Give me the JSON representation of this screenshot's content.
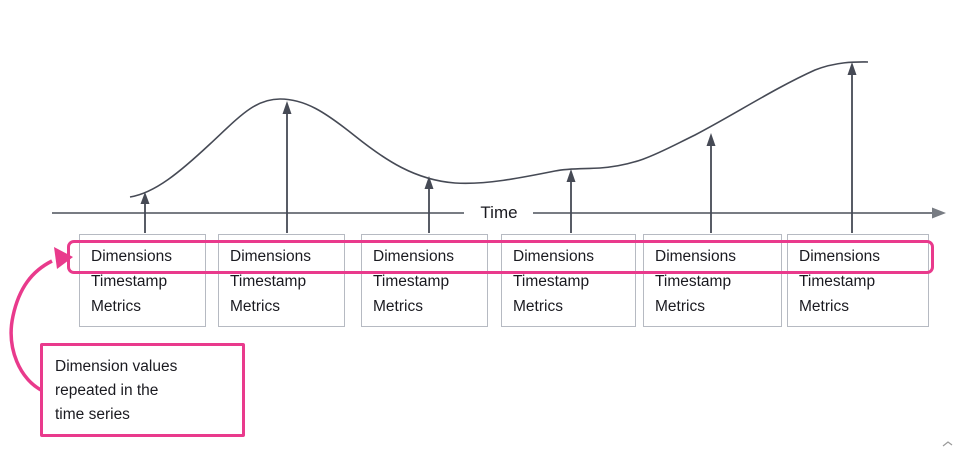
{
  "palette": {
    "pink": "#e93a8c",
    "stroke": "#464a55",
    "axis": "#787c83",
    "box-border": "#b6bac2",
    "text": "#1a1a20"
  },
  "axis": {
    "label": "Time"
  },
  "cards": [
    {
      "dimensions": "Dimensions",
      "timestamp": "Timestamp",
      "metrics": "Metrics"
    },
    {
      "dimensions": "Dimensions",
      "timestamp": "Timestamp",
      "metrics": "Metrics"
    },
    {
      "dimensions": "Dimensions",
      "timestamp": "Timestamp",
      "metrics": "Metrics"
    },
    {
      "dimensions": "Dimensions",
      "timestamp": "Timestamp",
      "metrics": "Metrics"
    },
    {
      "dimensions": "Dimensions",
      "timestamp": "Timestamp",
      "metrics": "Metrics"
    },
    {
      "dimensions": "Dimensions",
      "timestamp": "Timestamp",
      "metrics": "Metrics"
    }
  ],
  "callout": {
    "lines": [
      "Dimension values",
      "repeated in the",
      "time series"
    ]
  }
}
